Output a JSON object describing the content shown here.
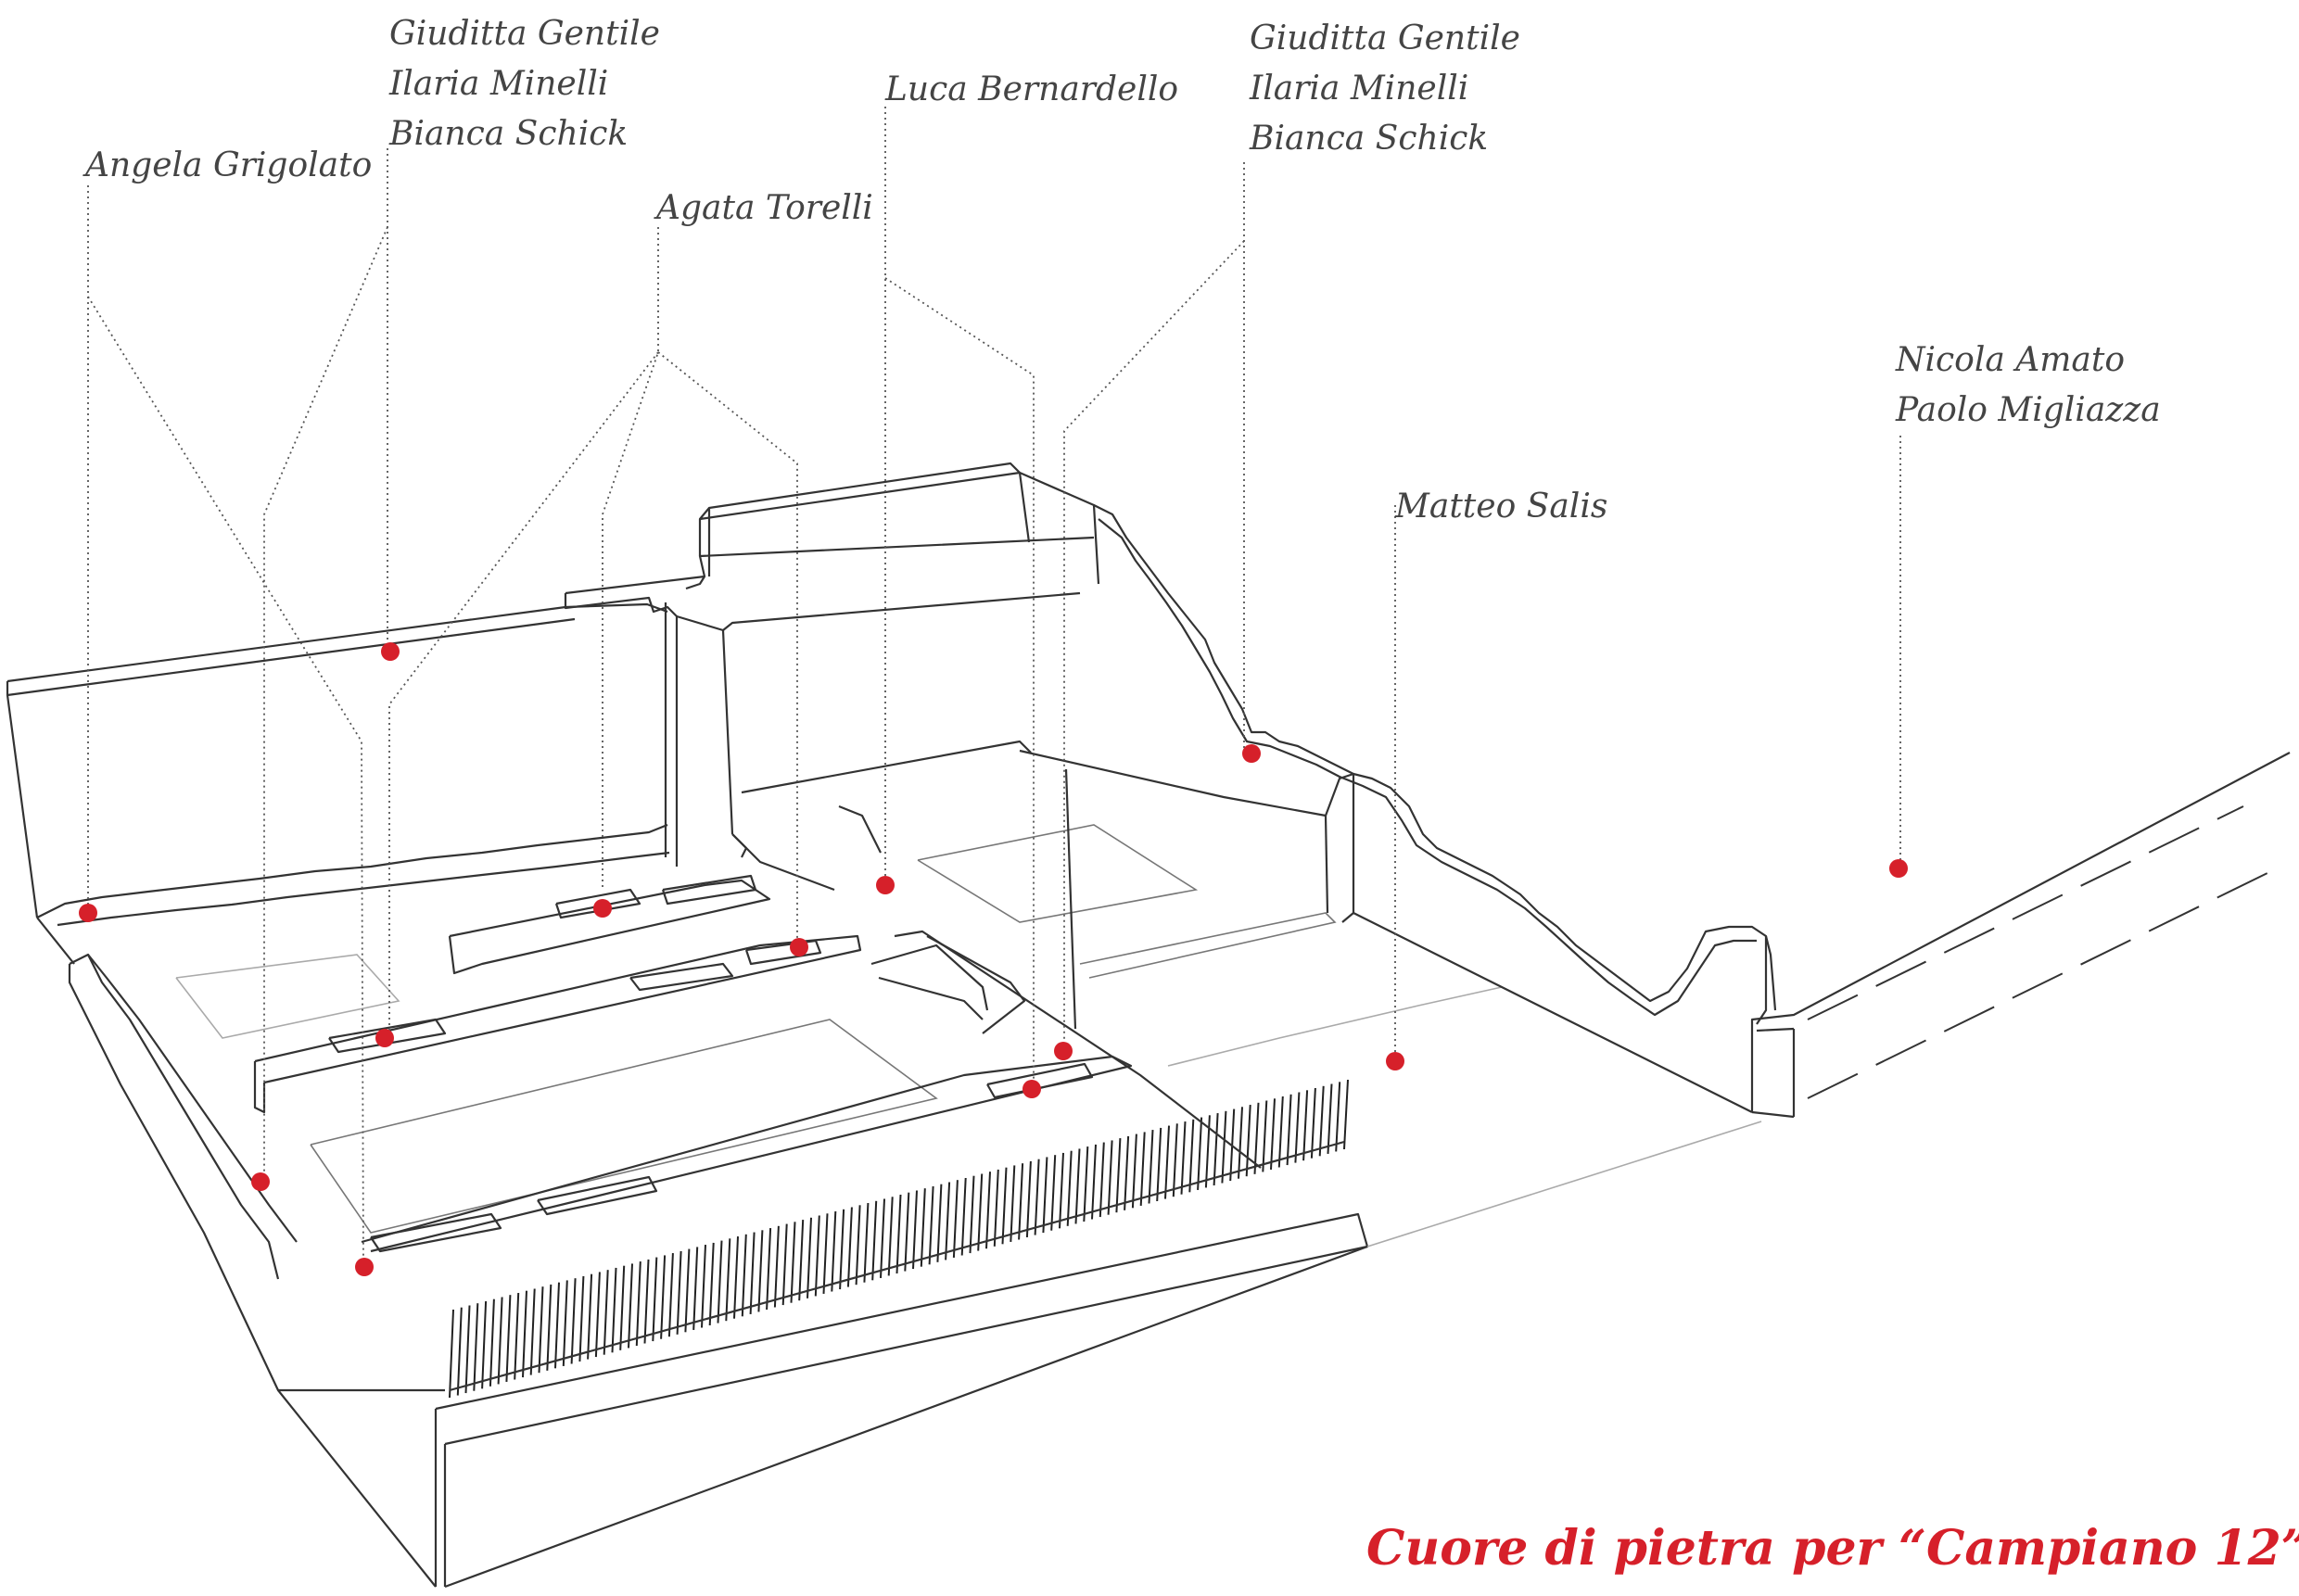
{
  "title": "Cuore di pietra per “Campiano 12”",
  "accent_color": "#d6202a",
  "labels": {
    "grigolato": [
      "Angela Grigolato"
    ],
    "gentile_left": [
      "Giuditta Gentile",
      "Ilaria Minelli",
      "Bianca Schick"
    ],
    "torelli": [
      "Agata Torelli"
    ],
    "bernardello": [
      "Luca Bernardello"
    ],
    "gentile_right": [
      "Giuditta Gentile",
      "Ilaria Minelli",
      "Bianca Schick"
    ],
    "salis": [
      "Matteo Salis"
    ],
    "amato": [
      "Nicola Amato",
      "Paolo Migliazza"
    ]
  }
}
